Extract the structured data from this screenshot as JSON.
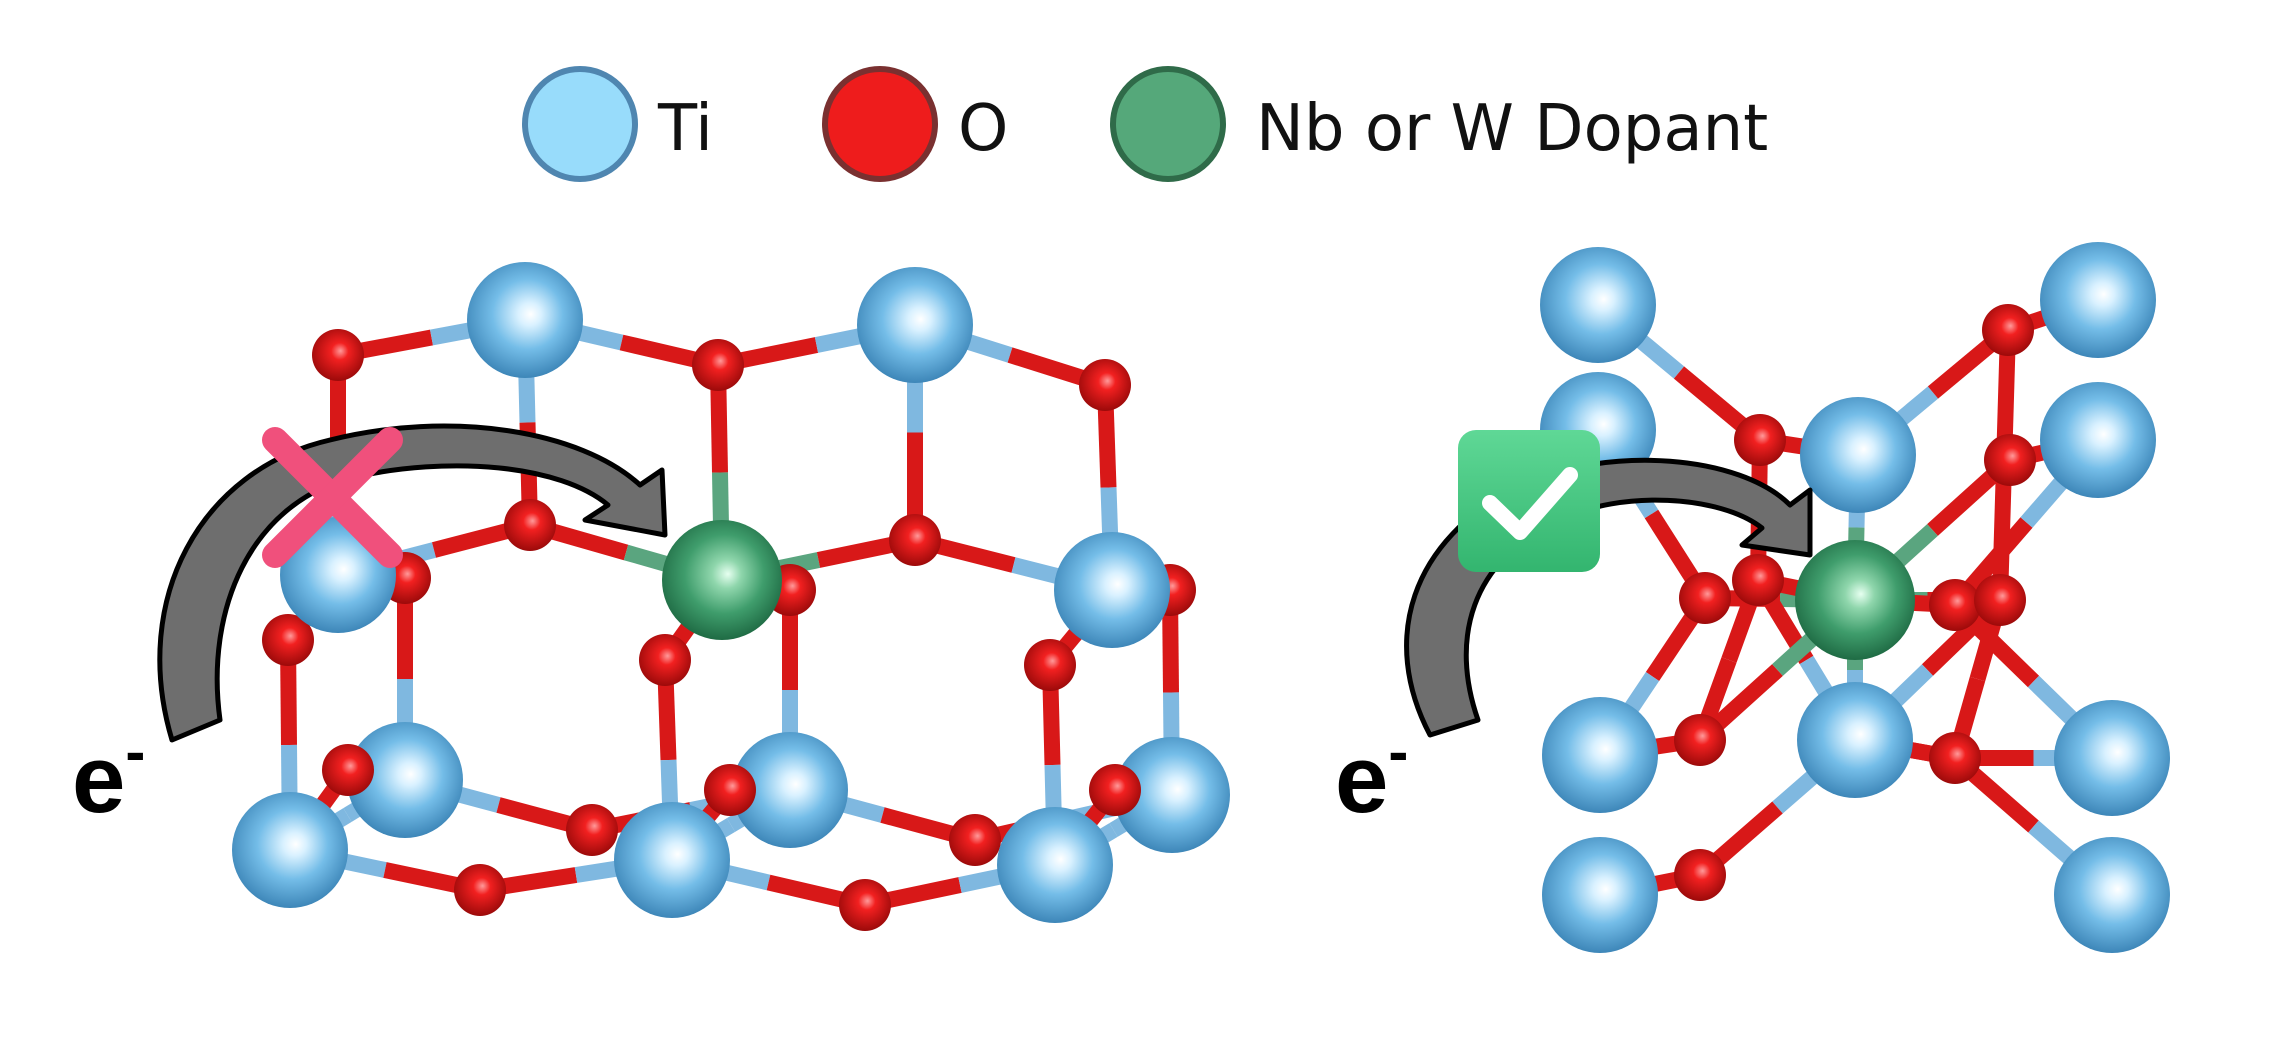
{
  "legend": [
    {
      "symbol": "Ti",
      "label": "Ti",
      "color": "#8fd3f5",
      "stroke": "#4f86b0"
    },
    {
      "symbol": "O",
      "label": "O",
      "color": "#ee1c1c",
      "stroke": "#8a2a2a"
    },
    {
      "symbol": "Dopant",
      "label": "Nb or W Dopant",
      "color": "#55a87a",
      "stroke": "#2f6b49"
    }
  ],
  "colors": {
    "ti": "#6cb4e0",
    "o": "#e01010",
    "dopant": "#3f9d6c",
    "bond_ti": "#7fb8e0",
    "bond_o": "#d81818",
    "bond_dopant": "#5aa57f",
    "arrow": "#6e6e6e",
    "cross": "#f0507c",
    "check": "#46c983"
  },
  "panels": {
    "left": {
      "electron_label": "e",
      "electron_sup": "-",
      "status_icon": "cross-icon"
    },
    "right": {
      "electron_label": "e",
      "electron_sup": "-",
      "status_icon": "checkmark-icon"
    }
  }
}
